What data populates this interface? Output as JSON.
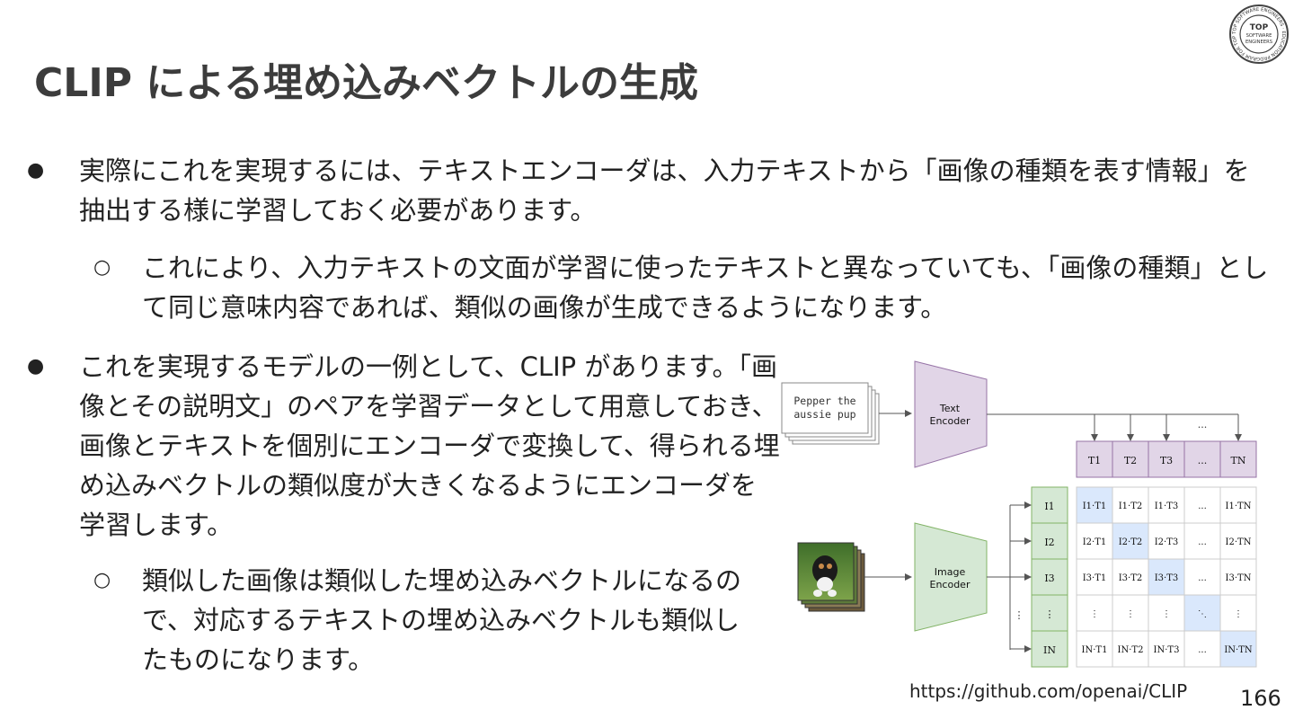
{
  "slide": {
    "title": "CLIP による埋め込みベクトルの生成",
    "page_number": "166",
    "source_url": "https://github.com/openai/CLIP",
    "bullets": [
      {
        "mark": "●",
        "text": "実際にこれを実現するには、テキストエンコーダは、入力テキストから「画像の種類を表す情報」を抽出する様に学習しておく必要があります。"
      },
      {
        "mark": "○",
        "text": "これにより、入力テキストの文面が学習に使ったテキストと異なっていても、「画像の種類」として同じ意味内容であれば、類似の画像が生成できるようになります。"
      },
      {
        "mark": "●",
        "text": "これを実現するモデルの一例として、CLIP があります。「画像とその説明文」のペアを学習データとして用意しておき、画像とテキストを個別にエンコーダで変換して、得られる埋め込みベクトルの類似度が大きくなるようにエンコーダを学習します。"
      },
      {
        "mark": "○",
        "text": "類似した画像は類似した埋め込みベクトルになるので、対応するテキストの埋め込みベクトルも類似したものになります。"
      }
    ]
  },
  "logo": {
    "ring_text": "TOP SOFTWARE ENGINEERS · EDUCATION PROGRAM FOR TOP SOFTWARE ENGINEERS",
    "center_lines": [
      "TOP",
      "SOFTWARE",
      "ENGINEERS"
    ]
  },
  "diagram": {
    "input_text_lines": [
      "Pepper the",
      "aussie pup"
    ],
    "text_encoder": [
      "Text",
      "Encoder"
    ],
    "image_encoder": [
      "Image",
      "Encoder"
    ],
    "t_labels": [
      "T1",
      "T2",
      "T3",
      "...",
      "TN"
    ],
    "i_labels": [
      "I1",
      "I2",
      "I3",
      "⋮",
      "IN"
    ],
    "ellipsis": "...",
    "matrix": [
      [
        "I1·T1",
        "I1·T2",
        "I1·T3",
        "...",
        "I1·TN"
      ],
      [
        "I2·T1",
        "I2·T2",
        "I2·T3",
        "...",
        "I2·TN"
      ],
      [
        "I3·T1",
        "I3·T2",
        "I3·T3",
        "...",
        "I3·TN"
      ],
      [
        "⋮",
        "⋮",
        "⋮",
        "⋱",
        "⋮"
      ],
      [
        "IN·T1",
        "IN·T2",
        "IN·T3",
        "...",
        "IN·TN"
      ]
    ],
    "colors": {
      "text_encoder_fill": "#e1d5e7",
      "text_encoder_stroke": "#9673a6",
      "image_encoder_fill": "#d5e8d4",
      "image_encoder_stroke": "#82b366",
      "diagonal_fill": "#dae8fc",
      "grid_stroke": "#cccccc"
    }
  }
}
